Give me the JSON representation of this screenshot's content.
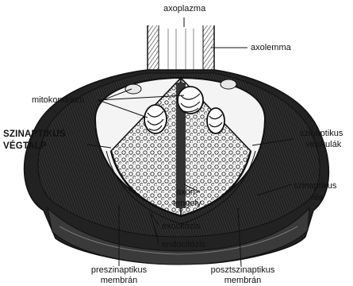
{
  "labels": {
    "axoplazma": "axoplazma",
    "axolemma": "axolemma",
    "mitokondrium": "mitokondrium",
    "szinaptikus_vegtalp_1": "SZINAPTIKUS",
    "szinaptikus_vegtalp_2": "VÉGTALP",
    "szinaptikus_vezikulak_1": "szinaptikus",
    "szinaptikus_vezikulak_2": "vezikulák",
    "axon_tengely_1": "axon-",
    "axon_tengely_2": "tengely",
    "szinaptikus_res_1": "szinaptikus",
    "szinaptikus_res_2": "rés",
    "exocitozis": "exocitózis",
    "endocitozis": "endocitózis",
    "preszinaptikus_1": "preszinaptikus",
    "preszinaptikus_2": "membrán",
    "posztszinaptikus_1": "posztszinaptikus",
    "posztszinaptikus_2": "membrán"
  }
}
